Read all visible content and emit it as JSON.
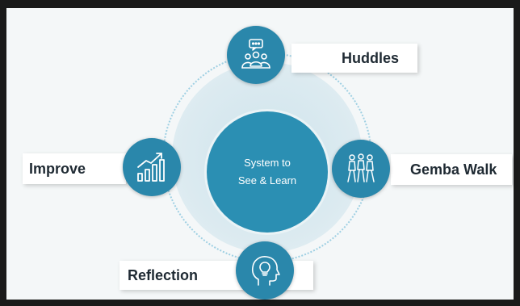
{
  "center": {
    "line1": "System to",
    "line2": "See & Learn"
  },
  "nodes": [
    {
      "id": "huddles",
      "label": "Huddles",
      "icon": "people-discussion-icon"
    },
    {
      "id": "gemba",
      "label": "Gemba Walk",
      "icon": "walking-people-icon"
    },
    {
      "id": "improve",
      "label": "Improve",
      "icon": "growth-chart-icon"
    },
    {
      "id": "reflection",
      "label": "Reflection",
      "icon": "head-lightbulb-icon"
    }
  ],
  "colors": {
    "node": "#2a87ab",
    "center": "#2b8fb3",
    "halo": "#d6e8ef",
    "frame": "#1a1a1a",
    "background": "#f4f7f8"
  }
}
